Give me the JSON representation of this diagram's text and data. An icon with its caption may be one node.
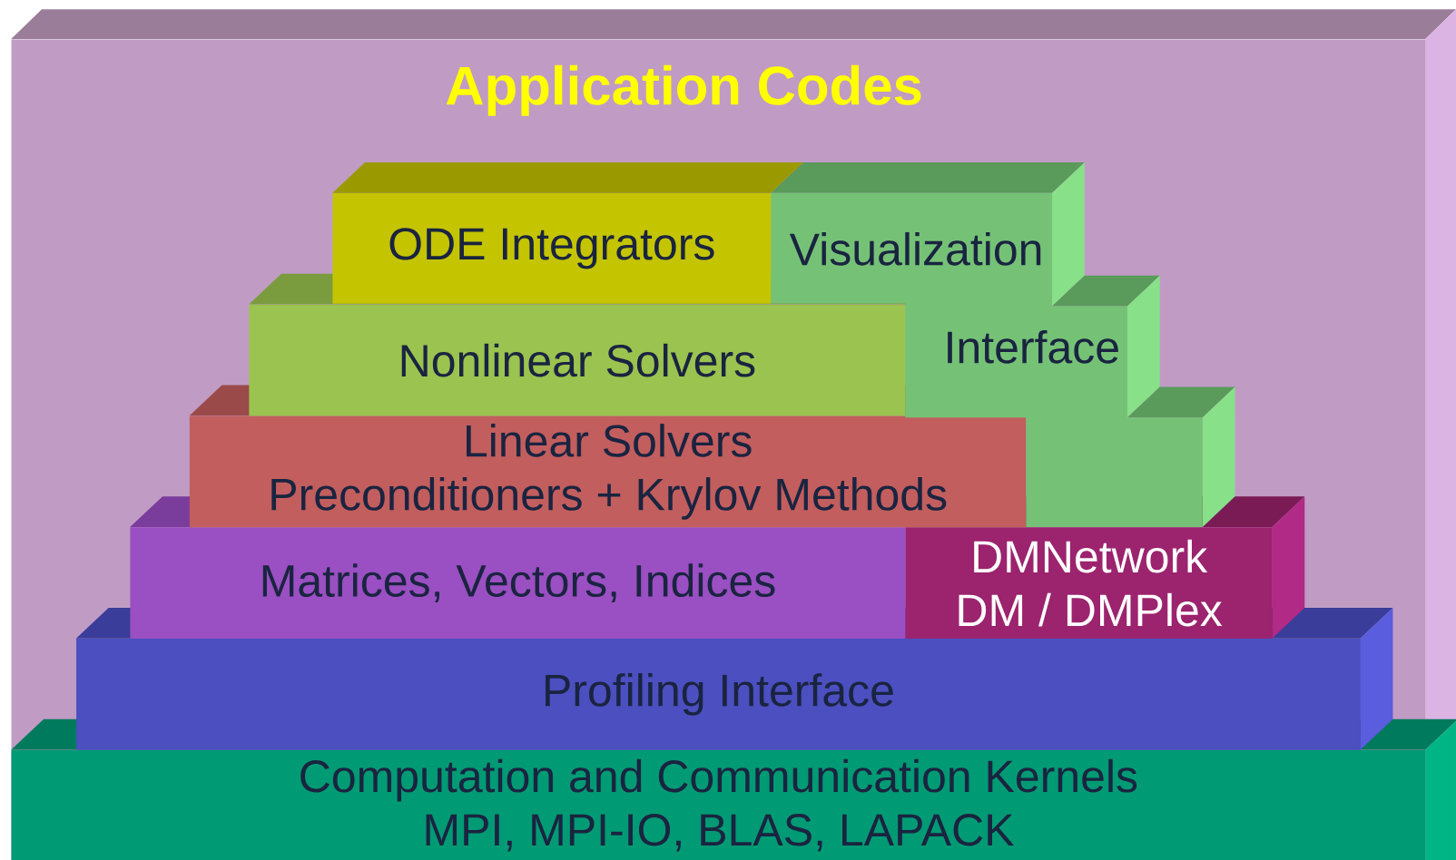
{
  "diagram": {
    "nodes": [
      {
        "text": [
          "Application Codes"
        ]
      },
      {
        "text": [
          "ODE Integrators"
        ],
        "in": 0
      },
      {
        "text": [
          "Visualization Interface"
        ],
        "in": 0
      },
      {
        "text": [
          "Nonlinear Solvers"
        ],
        "in": 0
      },
      {
        "text": [
          "Linear Solvers",
          "Preconditioners + Krylov Methods"
        ],
        "in": 0
      },
      {
        "text": [
          "Matrices, Vectors, Indices"
        ],
        "in": 0
      },
      {
        "text": [
          "DMNetwork",
          "DM / DMPlex"
        ],
        "in": 0
      },
      {
        "text": [
          "Profiling Interface"
        ],
        "in": 0
      },
      {
        "text": [
          "Computation and Communication Kernels",
          "MPI, MPI-IO, BLAS, LAPACK"
        ],
        "in": 0
      }
    ]
  }
}
